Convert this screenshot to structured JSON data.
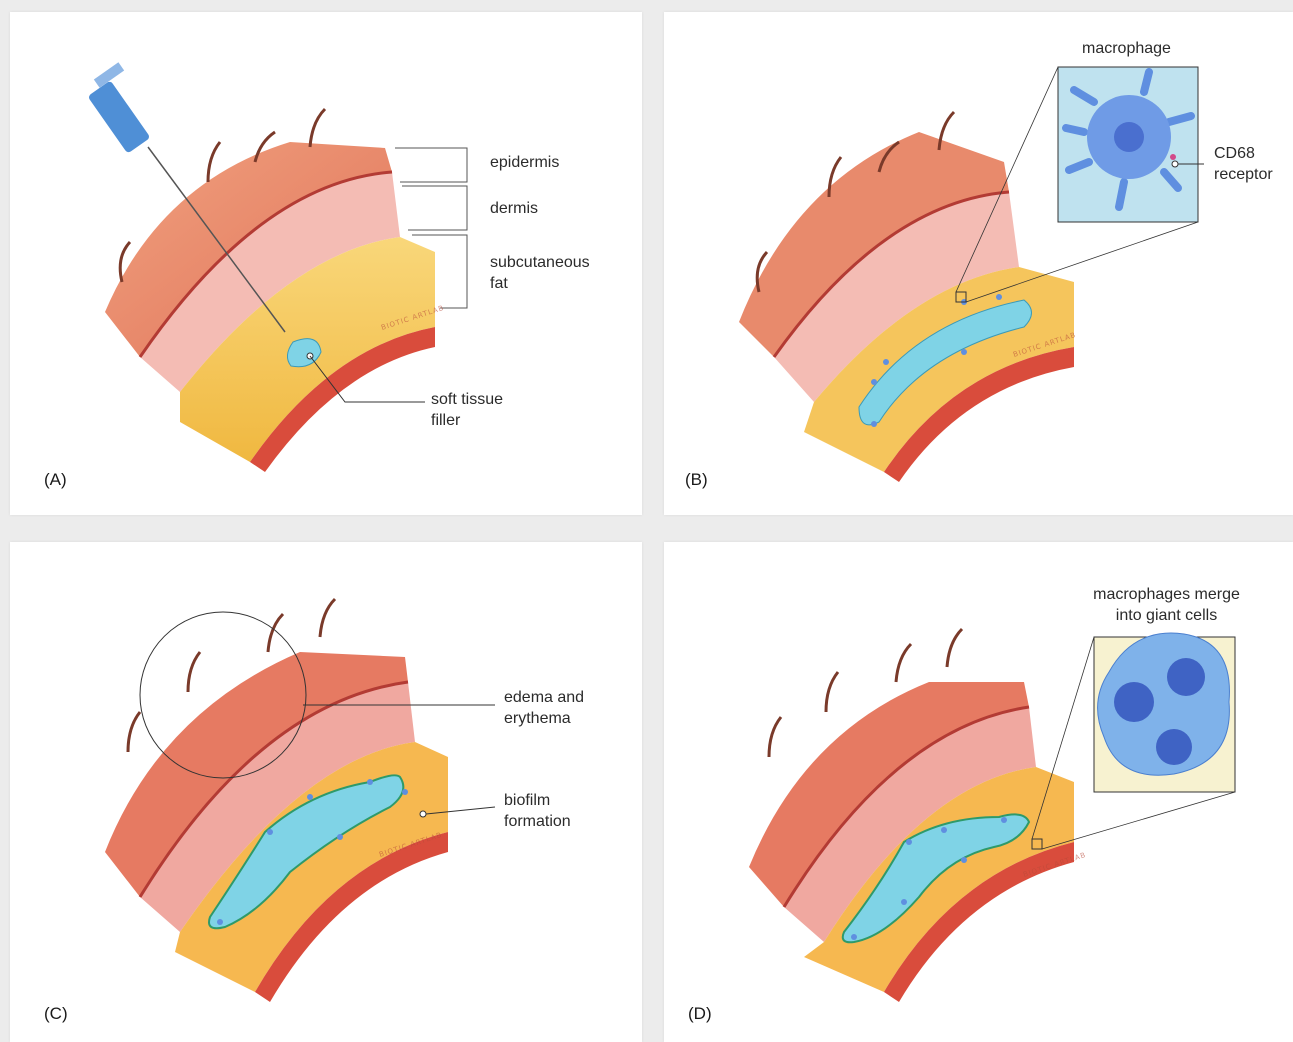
{
  "panels": {
    "a": {
      "letter": "(A)",
      "labels": {
        "epidermis": "epidermis",
        "dermis": "dermis",
        "fat_line1": "subcutaneous",
        "fat_line2": "fat",
        "filler_line1": "soft tissue",
        "filler_line2": "filler"
      },
      "watermark": "BIOTIC ARTLAB"
    },
    "b": {
      "letter": "(B)",
      "labels": {
        "macrophage": "macrophage",
        "cd68_line1": "CD68",
        "cd68_line2": "receptor"
      },
      "watermark": "BIOTIC ARTLAB"
    },
    "c": {
      "letter": "(C)",
      "labels": {
        "edema_line1": "edema and",
        "edema_line2": "erythema",
        "biofilm_line1": "biofilm",
        "biofilm_line2": "formation"
      },
      "watermark": "BIOTIC ARTLAB"
    },
    "d": {
      "letter": "(D)",
      "labels": {
        "giant_line1": "macrophages merge",
        "giant_line2": "into giant cells"
      },
      "watermark": "BIOTIC ARTLAB"
    }
  },
  "colors": {
    "epidermis": "#e8866a",
    "dermis": "#f4b8b0",
    "fat": "#f5c25a",
    "muscle": "#d94c3c",
    "filler": "#7fd3e6",
    "macrophage": "#5f8fe0"
  }
}
